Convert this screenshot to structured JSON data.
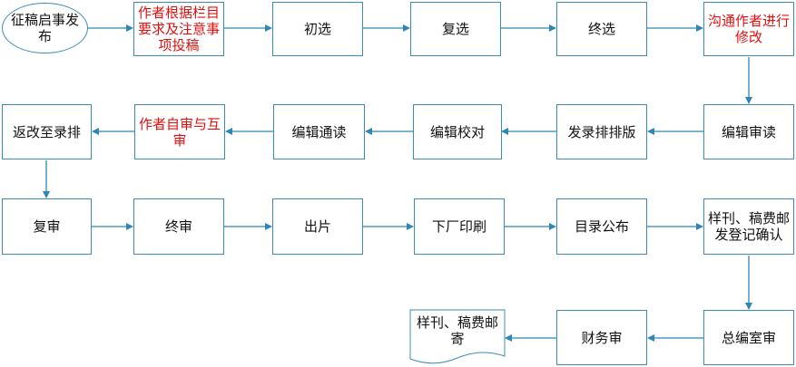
{
  "colors": {
    "border": "#3b8bb7",
    "arrow": "#2f86b4",
    "highlight": "#e01010",
    "text": "#111111"
  },
  "nodes": {
    "n1": "征稿启事发布",
    "n2": "作者根据栏目要求及注意事项投稿",
    "n3": "初选",
    "n4": "复选",
    "n5": "终选",
    "n6": "沟通作者进行修改",
    "n7": "编辑审读",
    "n8": "发录排排版",
    "n9": "编辑校对",
    "n10": "编辑通读",
    "n11": "作者自审与互审",
    "n12": "返改至录排",
    "n13": "复审",
    "n14": "终审",
    "n15": "出片",
    "n16": "下厂印刷",
    "n17": "目录公布",
    "n18": "样刊、稿费邮发登记确认",
    "n19": "总编室审",
    "n20": "财务审",
    "n21": "样刊、稿费邮寄"
  }
}
